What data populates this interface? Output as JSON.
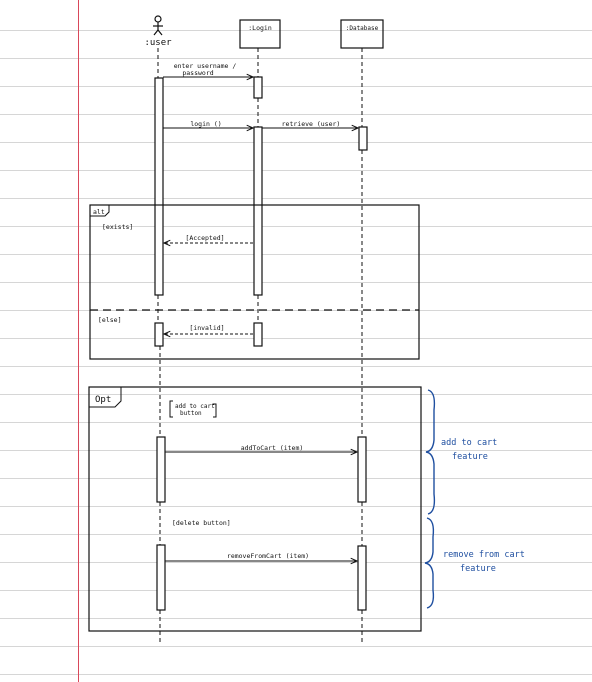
{
  "participants": {
    "user": ":user",
    "login": ":Login",
    "database": ":Database"
  },
  "messages": {
    "m1_line1": "enter username /",
    "m1_line2": "password",
    "m2": "login ()",
    "m3": "retrieve (user)",
    "m4": "[Accepted]",
    "m5": "[invalid]",
    "m6": "addToCart (item)",
    "m7": "removeFromCart (item)"
  },
  "fragments": {
    "alt_tag": "alt",
    "alt_guard_1": "[exists]",
    "alt_guard_2": "[else]",
    "opt_tag": "Opt",
    "opt_guard_1_line1": "add to cart",
    "opt_guard_1_line2": "button",
    "opt_guard_2": "[delete button]"
  },
  "notes": {
    "note1_line1": "add to cart",
    "note1_line2": "feature",
    "note2_line1": "remove from cart",
    "note2_line2": "feature"
  },
  "colors": {
    "ink": "#111111",
    "note_ink": "#1f4fa0",
    "margin": "#d9485a",
    "rule": "#d6d6d6"
  }
}
